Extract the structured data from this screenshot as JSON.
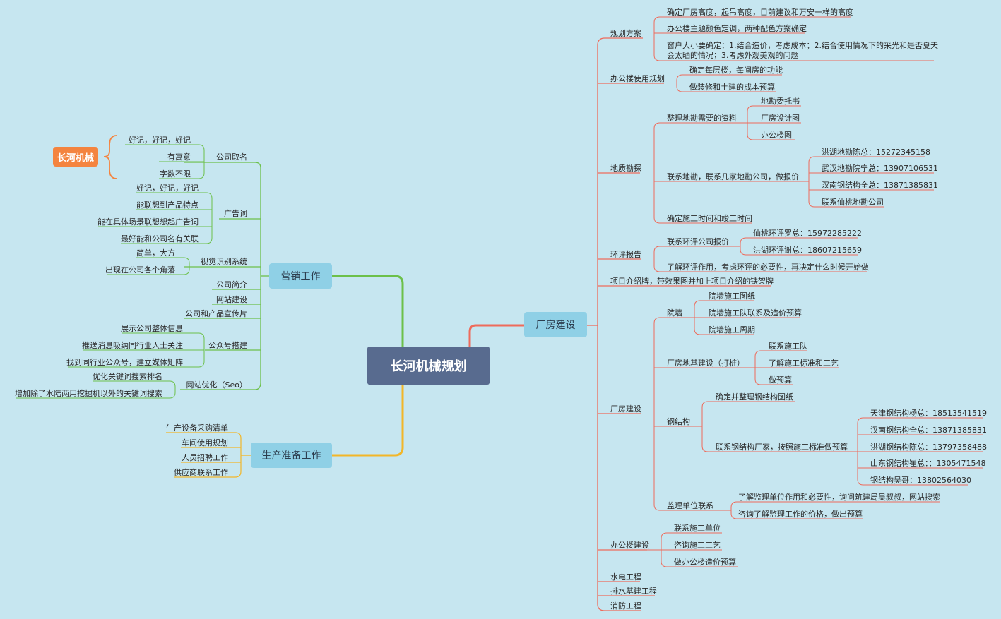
{
  "root": "长河机械规划",
  "floating": "长河机械",
  "colors": {
    "background": "#c6e6f0",
    "root": "#586b8f",
    "topic": "#8fd0e6",
    "marketing_line": "#6cc04a",
    "production_line": "#f2b629",
    "factory_line": "#ee6b5b",
    "floating_node": "#f4843f"
  },
  "marketing": {
    "title": "营销工作",
    "company_name": {
      "label": "公司取名",
      "items": [
        "好记，好记，好记",
        "有寓意",
        "字数不限"
      ]
    },
    "slogan": {
      "label": "广告词",
      "items": [
        "好记，好记，好记",
        "能联想到产品特点",
        "能在具体场景联想想起广告词",
        "最好能和公司名有关联"
      ]
    },
    "vis": {
      "label": "视觉识别系统",
      "items": [
        "简单，大方",
        "出现在公司各个角落"
      ]
    },
    "intro": "公司简介",
    "website": "网站建设",
    "brochure": "公司和产品宣传片",
    "wechat": {
      "label": "公众号搭建",
      "items": [
        "展示公司整体信息",
        "推送消息吸纳同行业人士关注",
        "找到同行业公众号，建立媒体矩阵"
      ]
    },
    "seo": {
      "label": "网站优化（Seo）",
      "items": [
        "优化关键词搜索排名",
        "增加除了水陆两用挖掘机以外的关键词搜索"
      ]
    }
  },
  "production": {
    "title": "生产准备工作",
    "items": [
      "生产设备采购清单",
      "车间使用规划",
      "人员招聘工作",
      "供应商联系工作"
    ]
  },
  "factory": {
    "title": "厂房建设",
    "plan": {
      "label": "规划方案",
      "items": [
        "确定厂房高度，起吊高度，目前建议和万安一样的高度",
        "办公楼主题颜色定调，两种配色方案确定",
        "窗户大小要确定：1.结合造价，考虑成本；2.结合使用情况下的采光和是否夏天",
        "会太晒的情况；3.考虑外观美观的问题"
      ]
    },
    "office_use": {
      "label": "办公楼使用规划",
      "items": [
        "确定每层楼，每间房的功能",
        "做装修和土建的成本预算"
      ]
    },
    "survey": {
      "label": "地质勘探",
      "data": {
        "label": "整理地勘需要的资料",
        "items": [
          "地勘委托书",
          "厂房设计图",
          "办公楼图"
        ]
      },
      "contact": {
        "label": "联系地勘，联系几家地勘公司，做报价",
        "items": [
          "洪湖地勘陈总：15272345158",
          "武汉地勘院宁总：13907106531",
          "汉南钢结构全总：13871385831",
          "联系仙桃地勘公司"
        ]
      },
      "time": "确定施工时间和竣工时间"
    },
    "env": {
      "label": "环评报告",
      "contact": {
        "label": "联系环评公司报价",
        "items": [
          "仙桃环评罗总：15972285222",
          "洪湖环评谢总：18607215659"
        ]
      },
      "learn": "了解环评作用，考虑环评的必要性，再决定什么时候开始做"
    },
    "project_sign": "项目介绍牌，带效果图并加上项目介绍的铁架牌",
    "build": {
      "label": "厂房建设",
      "wall": {
        "label": "院墙",
        "items": [
          "院墙施工图纸",
          "院墙施工队联系及造价预算",
          "院墙施工周期"
        ]
      },
      "foundation": {
        "label": "厂房地基建设（打桩）",
        "items": [
          "联系施工队",
          "了解施工标准和工艺",
          "做预算"
        ]
      },
      "steel": {
        "label": "钢结构",
        "drawing": "确定并整理钢结构图纸",
        "vendors": {
          "label": "联系钢结构厂家，按照施工标准做预算",
          "items": [
            "天津钢结构杨总：18513541519",
            "汉南钢结构全总：13871385831",
            "洪湖钢结构陈总：13797358488",
            "山东钢结构崔总：：1305471548",
            "钢结构吴哥：13802564030"
          ]
        }
      },
      "supervision": {
        "label": "监理单位联系",
        "items": [
          "了解监理单位作用和必要性，询问筑建局吴叔叔，网站搜索",
          "咨询了解监理工作的价格，做出预算"
        ]
      }
    },
    "office_build": {
      "label": "办公楼建设",
      "items": [
        "联系施工单位",
        "咨询施工工艺",
        "做办公楼造价预算"
      ]
    },
    "water_power": "水电工程",
    "drainage": "排水基建工程",
    "fire": "消防工程"
  }
}
